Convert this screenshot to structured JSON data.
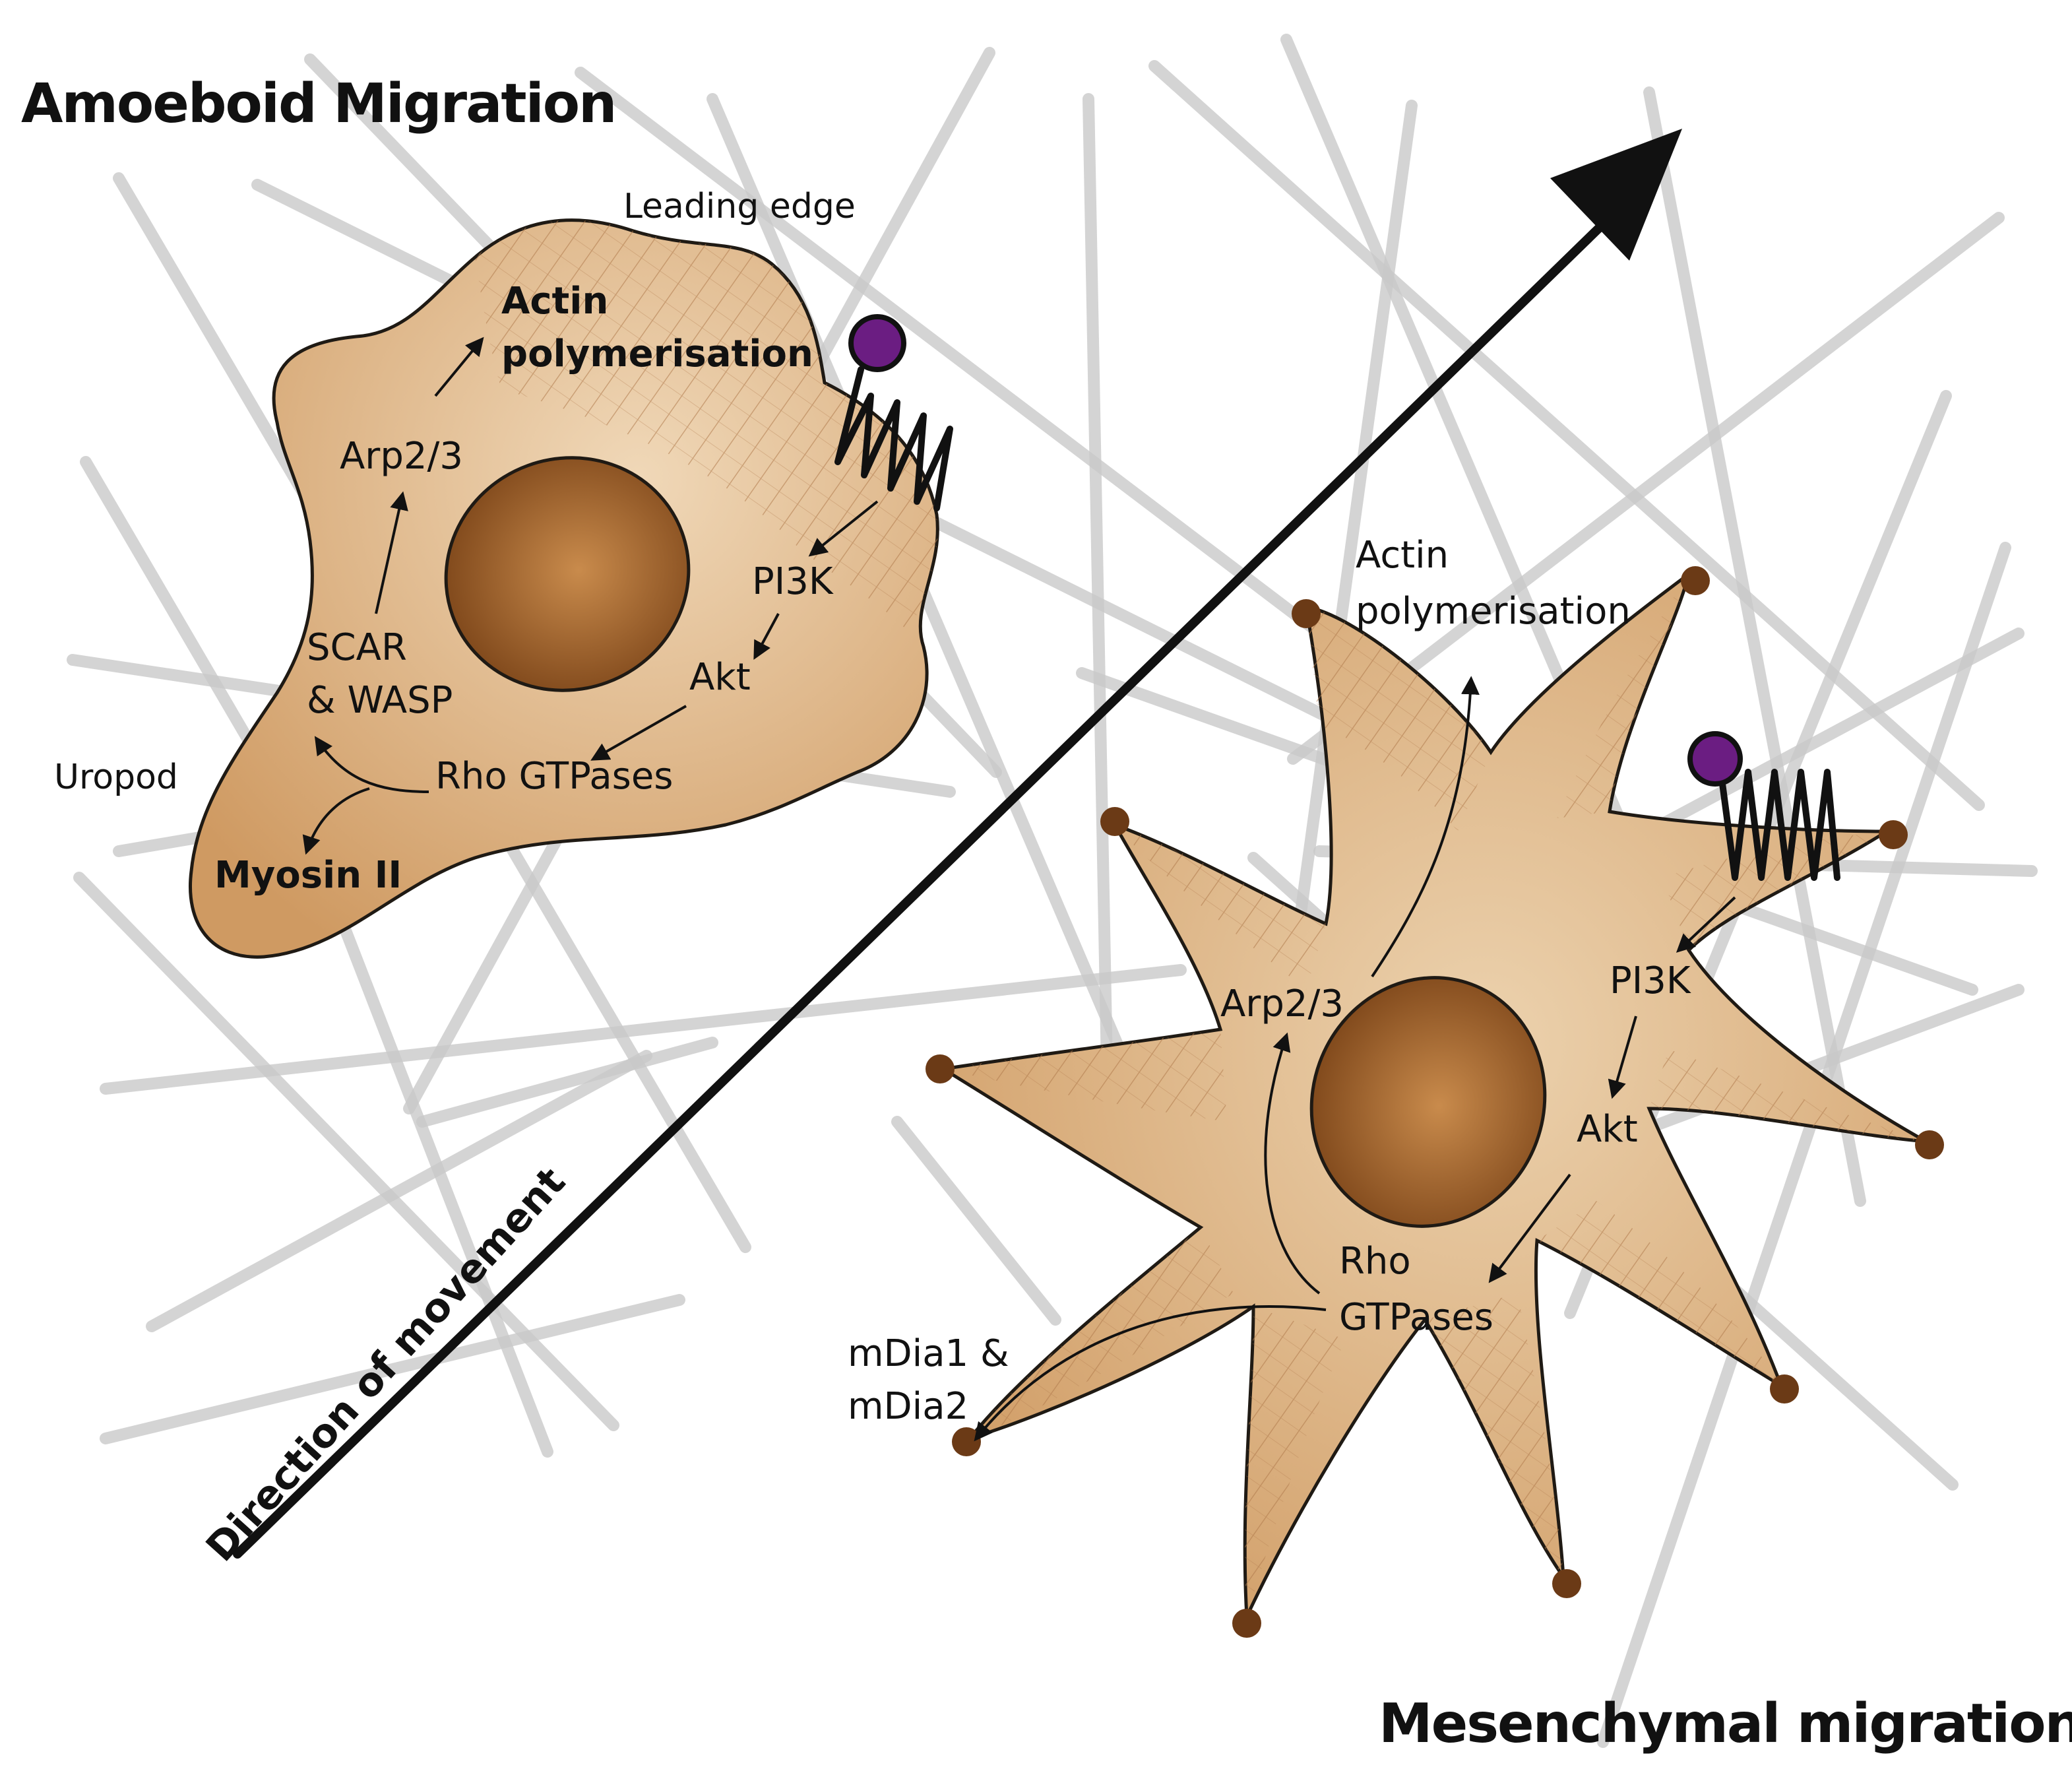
{
  "colors": {
    "cell_body": "#d8a877",
    "cell_body_light": "#ecd0ac",
    "cell_edge": "#1f1a14",
    "nucleus": "#a4642a",
    "nucleus_dark": "#6a3a12",
    "receptor_ligand": "#6b1d82",
    "adhesion": "#6b3a16",
    "fiber": "#c9c9c9",
    "hatch": "#b07a4c"
  },
  "titles": {
    "amoeboid": "Amoeboid Migration",
    "mesenchymal": "Mesenchymal migration"
  },
  "arrow_label": "Direction of movement",
  "amoeboid": {
    "leading_edge": "Leading edge",
    "actin_line1": "Actin",
    "actin_line2": "polymerisation",
    "arp": "Arp2/3",
    "pi3k": "PI3K",
    "scar_line1": "SCAR",
    "scar_line2": "& WASP",
    "akt": "Akt",
    "uropod": "Uropod",
    "rho": "Rho GTPases",
    "myosin": "Myosin II"
  },
  "mesenchymal": {
    "actin_line1": "Actin",
    "actin_line2": "polymerisation",
    "pi3k": "PI3K",
    "arp": "Arp2/3",
    "akt": "Akt",
    "rho_line1": "Rho",
    "rho_line2": "GTPases",
    "mdia_line1": "mDia1 &",
    "mdia_line2": "mDia2"
  }
}
